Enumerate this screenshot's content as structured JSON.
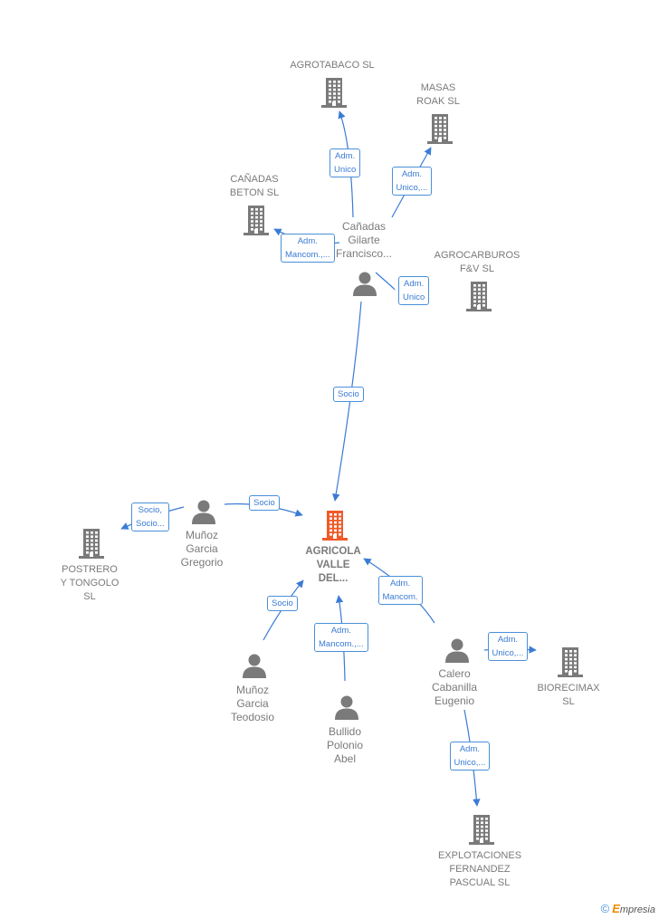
{
  "colors": {
    "edge": "#3a7bd5",
    "node_gray": "#7a7a7a",
    "center_node": "#f05a28"
  },
  "nodes": {
    "agrotabaco": {
      "lines": [
        "AGROTABACO SL"
      ],
      "type": "company"
    },
    "masas_roak": {
      "lines": [
        "MASAS",
        "ROAK SL"
      ],
      "type": "company"
    },
    "canadas_beton": {
      "lines": [
        "CAÑADAS",
        "BETON SL"
      ],
      "type": "company"
    },
    "canadas_gilarte": {
      "lines": [
        "Cañadas",
        "Gilarte",
        "Francisco..."
      ],
      "type": "person"
    },
    "agrocarburos": {
      "lines": [
        "AGROCARBUROS",
        "F&V SL"
      ],
      "type": "company"
    },
    "agricola_valle": {
      "lines": [
        "AGRICOLA",
        "VALLE",
        "DEL..."
      ],
      "type": "center-company"
    },
    "munoz_gregorio": {
      "lines": [
        "Muñoz",
        "Garcia",
        "Gregorio"
      ],
      "type": "person"
    },
    "postrero": {
      "lines": [
        "POSTRERO",
        "Y TONGOLO",
        "SL"
      ],
      "type": "company"
    },
    "munoz_teodosio": {
      "lines": [
        "Muñoz",
        "Garcia",
        "Teodosio"
      ],
      "type": "person"
    },
    "bullido": {
      "lines": [
        "Bullido",
        "Polonio",
        "Abel"
      ],
      "type": "person"
    },
    "calero": {
      "lines": [
        "Calero",
        "Cabanilla",
        "Eugenio"
      ],
      "type": "person"
    },
    "biorecimax": {
      "lines": [
        "BIORECIMAX",
        "SL"
      ],
      "type": "company"
    },
    "explotaciones": {
      "lines": [
        "EXPLOTACIONES",
        "FERNANDEZ",
        "PASCUAL SL"
      ],
      "type": "company"
    }
  },
  "edges": [
    {
      "from": "canadas_gilarte",
      "to": "agrotabaco",
      "label": [
        "Adm.",
        "Unico"
      ]
    },
    {
      "from": "canadas_gilarte",
      "to": "masas_roak",
      "label": [
        "Adm.",
        "Unico,..."
      ]
    },
    {
      "from": "canadas_gilarte",
      "to": "canadas_beton",
      "label": [
        "Adm.",
        "Mancom.,..."
      ]
    },
    {
      "from": "canadas_gilarte",
      "to": "agrocarburos",
      "label": [
        "Adm.",
        "Unico"
      ]
    },
    {
      "from": "canadas_gilarte",
      "to": "agricola_valle",
      "label": [
        "Socio"
      ]
    },
    {
      "from": "munoz_gregorio",
      "to": "agricola_valle",
      "label": [
        "Socio"
      ]
    },
    {
      "from": "munoz_gregorio",
      "to": "postrero",
      "label": [
        "Socio,",
        "Socio..."
      ]
    },
    {
      "from": "munoz_teodosio",
      "to": "agricola_valle",
      "label": [
        "Socio"
      ]
    },
    {
      "from": "bullido",
      "to": "agricola_valle",
      "label": [
        "Adm.",
        "Mancom.,..."
      ]
    },
    {
      "from": "calero",
      "to": "agricola_valle",
      "label": [
        "Adm.",
        "Mancom."
      ]
    },
    {
      "from": "calero",
      "to": "biorecimax",
      "label": [
        "Adm.",
        "Unico,..."
      ]
    },
    {
      "from": "calero",
      "to": "explotaciones",
      "label": [
        "Adm.",
        "Unico,..."
      ]
    }
  ],
  "brand": {
    "copyright": "©",
    "initial": "E",
    "rest": "mpresia"
  }
}
